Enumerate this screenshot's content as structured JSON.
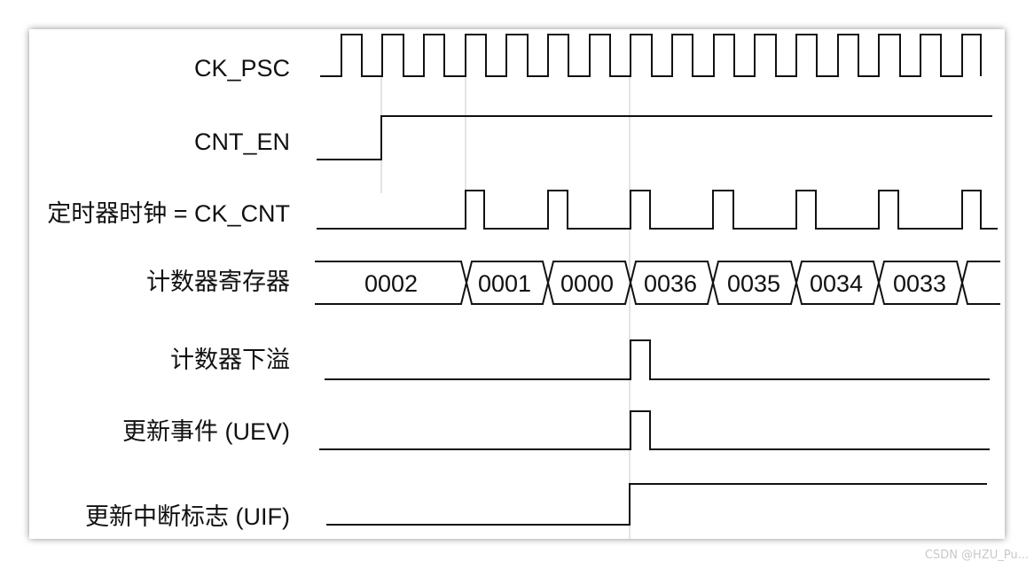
{
  "signals": [
    {
      "id": "ck_psc",
      "label": "CK_PSC"
    },
    {
      "id": "cnt_en",
      "label": "CNT_EN"
    },
    {
      "id": "ck_cnt",
      "label": "定时器时钟 = CK_CNT"
    },
    {
      "id": "counter_register",
      "label": "计数器寄存器"
    },
    {
      "id": "counter_underflow",
      "label": "计数器下溢"
    },
    {
      "id": "update_event",
      "label": "更新事件 (UEV)"
    },
    {
      "id": "update_interrupt_flag",
      "label": "更新中断标志 (UIF)"
    }
  ],
  "counter_values": [
    "0002",
    "0001",
    "0000",
    "0036",
    "0035",
    "0034",
    "0033"
  ],
  "watermark": "CSDN @HZU_Pu..."
}
